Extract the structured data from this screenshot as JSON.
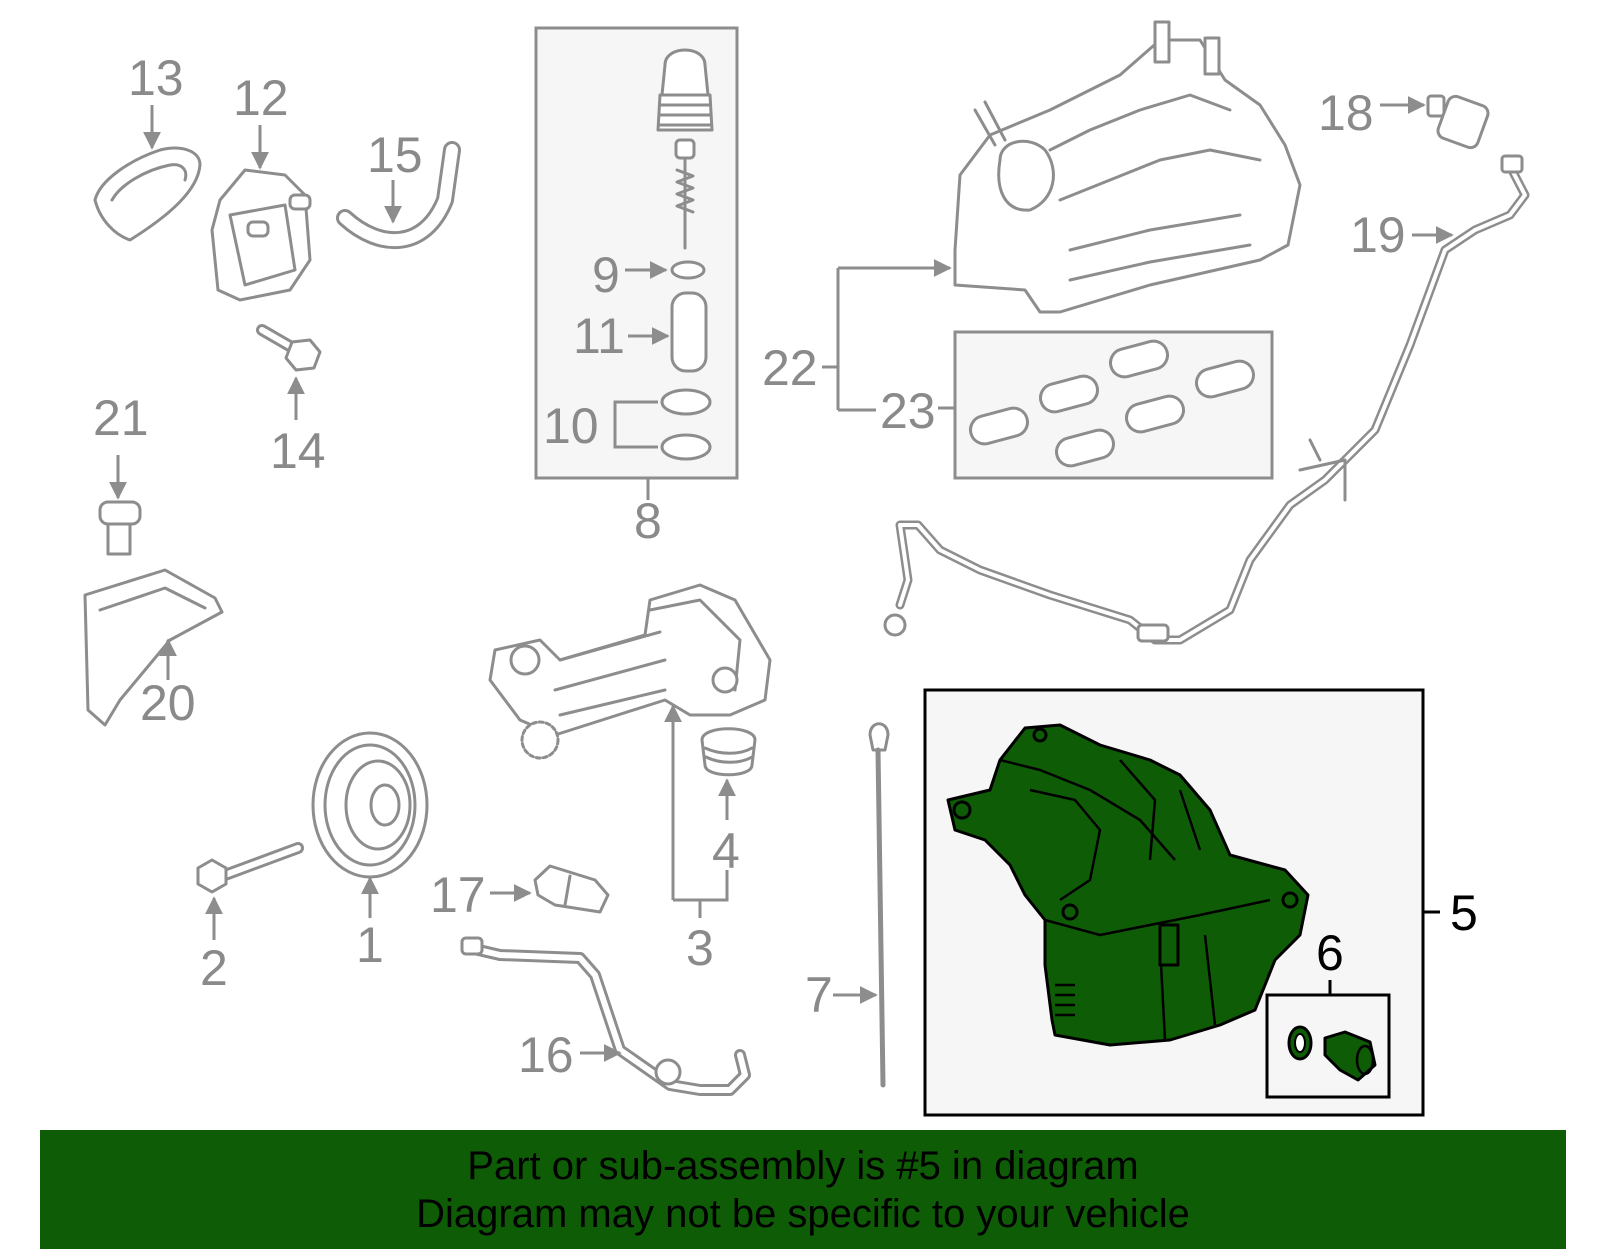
{
  "colors": {
    "highlight": "#0f5c06",
    "banner": "#0f5c06",
    "part_line": "#8d8d8d",
    "label": "#8a8a8a",
    "text": "#000000"
  },
  "labels": {
    "l1": "1",
    "l2": "2",
    "l3": "3",
    "l4": "4",
    "l5": "5",
    "l6": "6",
    "l7": "7",
    "l8": "8",
    "l9": "9",
    "l10": "10",
    "l11": "11",
    "l12": "12",
    "l13": "13",
    "l14": "14",
    "l15": "15",
    "l16": "16",
    "l17": "17",
    "l18": "18",
    "l19": "19",
    "l20": "20",
    "l21": "21",
    "l22": "22",
    "l23": "23"
  },
  "banner": {
    "line1": "Part or sub-assembly is #5 in diagram",
    "line2": "Diagram may not be specific to your vehicle"
  }
}
